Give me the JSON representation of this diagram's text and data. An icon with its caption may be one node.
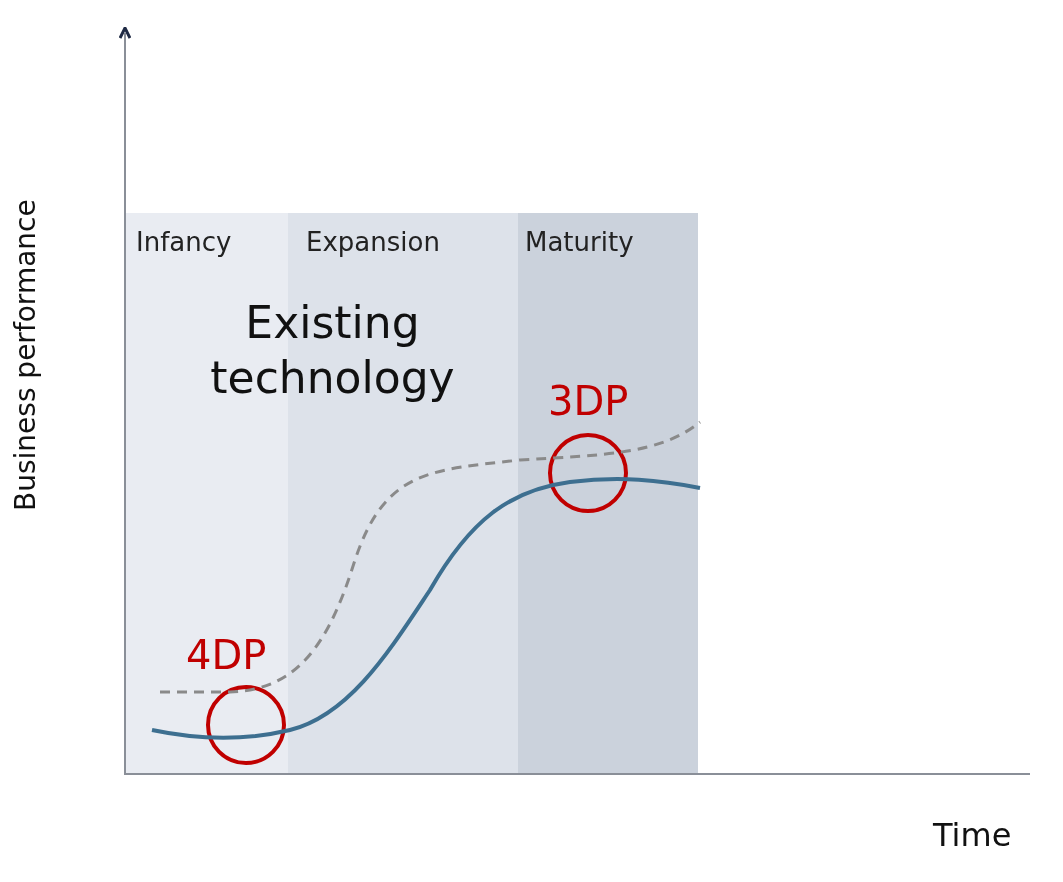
{
  "diagram": {
    "nodes": [
      {
        "text": [
          "Infancy"
        ]
      },
      {
        "text": [
          "Expansion"
        ]
      },
      {
        "text": [
          "Maturity"
        ]
      },
      {
        "text": [],
        "shape": "circle",
        "in": 0
      },
      {
        "text": [],
        "shape": "circle",
        "in": 2
      }
    ],
    "edges": [],
    "labels": [
      "Existing technology",
      "3DP",
      "4DP",
      "Business performance",
      "Time"
    ]
  }
}
